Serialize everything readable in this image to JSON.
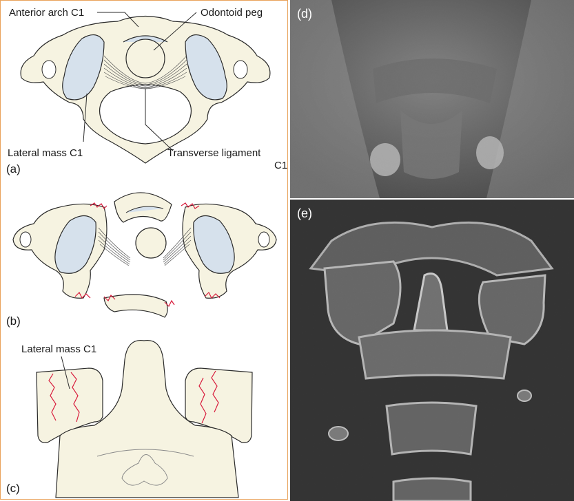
{
  "diagram": {
    "panel_a": {
      "letter": "(a)",
      "labels": {
        "anterior_arch": "Anterior arch C1",
        "odontoid_peg": "Odontoid peg",
        "lateral_mass": "Lateral mass C1",
        "transverse_ligament_line1": "Transverse ligament",
        "transverse_ligament_line2": "C1"
      }
    },
    "panel_b": {
      "letter": "(b)"
    },
    "panel_c": {
      "letter": "(c)",
      "labels": {
        "lateral_mass": "Lateral mass C1"
      }
    }
  },
  "images": {
    "panel_d": {
      "letter": "(d)"
    },
    "panel_e": {
      "letter": "(e)"
    }
  },
  "colors": {
    "bone_fill": "#f6f3e1",
    "lateral_mass_fill": "#d6e1ec",
    "outline": "#2a2a2a",
    "fracture_line": "#d81b3c",
    "frame_border": "#e9a25a"
  }
}
